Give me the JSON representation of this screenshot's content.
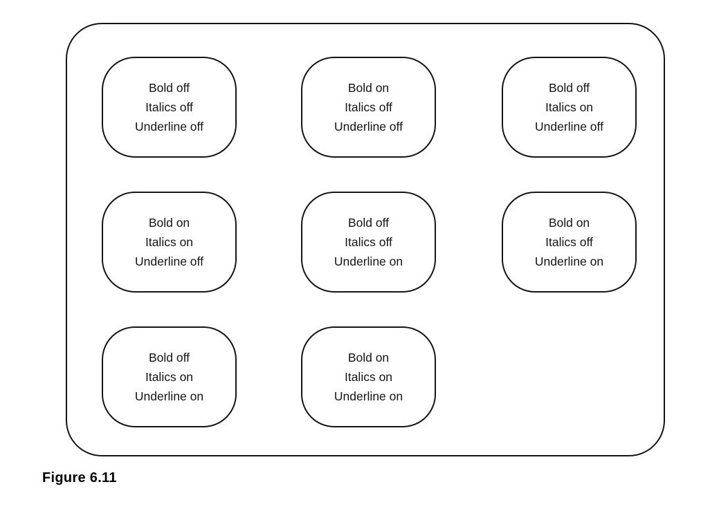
{
  "figure": {
    "caption": "Figure 6.11",
    "diagram": {
      "boxes": [
        {
          "lines": [
            "Bold off",
            "Italics off",
            "Underline off"
          ]
        },
        {
          "lines": [
            "Bold on",
            "Italics off",
            "Underline off"
          ]
        },
        {
          "lines": [
            "Bold off",
            "Italics on",
            "Underline off"
          ]
        },
        {
          "lines": [
            "Bold on",
            "Italics on",
            "Underline off"
          ]
        },
        {
          "lines": [
            "Bold off",
            "Italics off",
            "Underline on"
          ]
        },
        {
          "lines": [
            "Bold on",
            "Italics off",
            "Underline on"
          ]
        },
        {
          "lines": [
            "Bold off",
            "Italics on",
            "Underline on"
          ]
        },
        {
          "lines": [
            "Bold on",
            "Italics on",
            "Underline on"
          ]
        }
      ]
    },
    "colors": {
      "stroke": "#141414",
      "background": "#ffffff"
    }
  }
}
